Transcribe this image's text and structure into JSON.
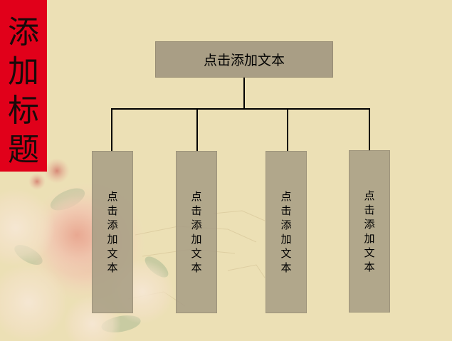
{
  "title": "添加标题",
  "root": {
    "label": "点击添加文本"
  },
  "children": [
    {
      "label": "点击添加文本"
    },
    {
      "label": "点击添加文本"
    },
    {
      "label": "点击添加文本"
    },
    {
      "label": "点击添加文本"
    }
  ],
  "colors": {
    "background": "#ece0b5",
    "title_bar": "#e1001a",
    "box_fill": "#a99e85",
    "connector": "#000000"
  }
}
